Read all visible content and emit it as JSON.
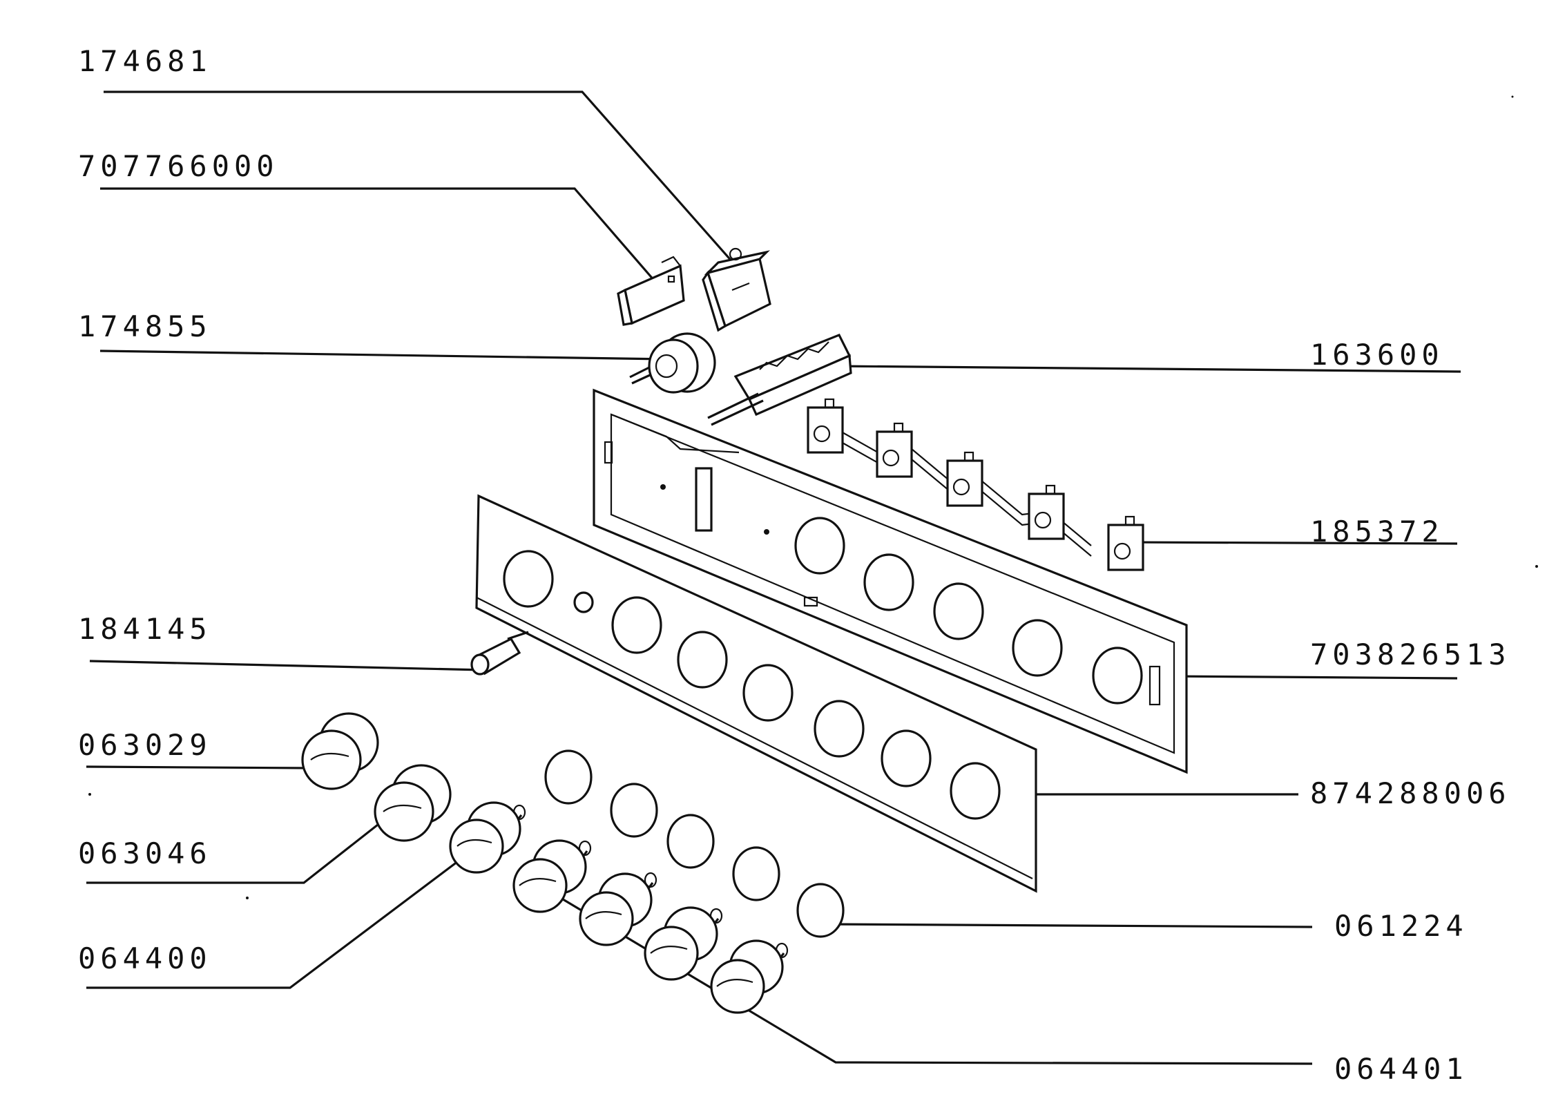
{
  "diagram": {
    "labels": {
      "p174681": "174681",
      "p707766000": "707766000",
      "p174855": "174855",
      "p163600": "163600",
      "p185372": "185372",
      "p184145": "184145",
      "p703826513": "703826513",
      "p063029": "063029",
      "p874288006": "874288006",
      "p063046": "063046",
      "p061224": "061224",
      "p064400": "064400",
      "p064401": "064401"
    }
  }
}
